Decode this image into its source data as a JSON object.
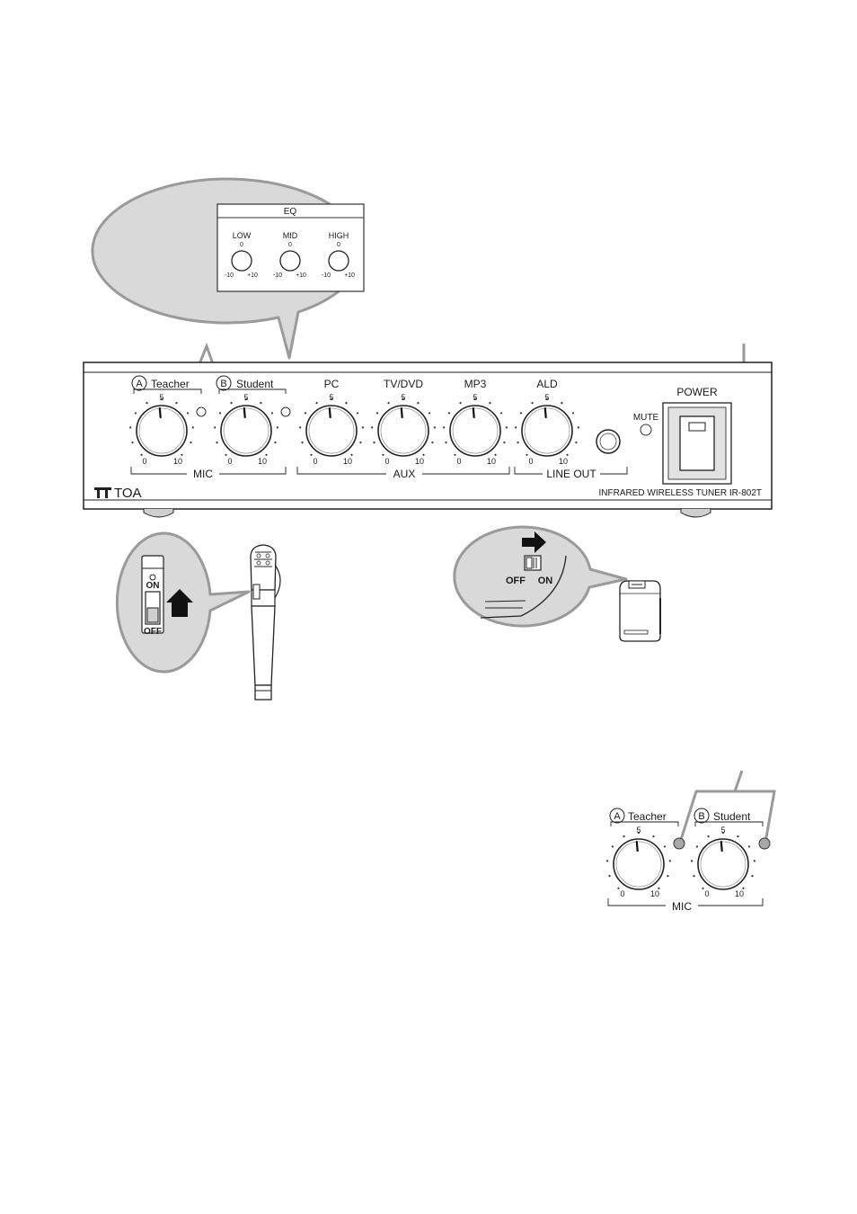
{
  "eq": {
    "title": "EQ",
    "knobs": [
      {
        "label": "LOW",
        "center": "0",
        "min": "-10",
        "max": "+10"
      },
      {
        "label": "MID",
        "center": "0",
        "min": "-10",
        "max": "+10"
      },
      {
        "label": "HIGH",
        "center": "0",
        "min": "-10",
        "max": "+10"
      }
    ]
  },
  "panel": {
    "knobs": [
      {
        "label": "Teacher",
        "badge": "A",
        "top": "5",
        "min": "0",
        "max": "10"
      },
      {
        "label": "Student",
        "badge": "B",
        "top": "5",
        "min": "0",
        "max": "10"
      },
      {
        "label": "PC",
        "top": "5",
        "min": "0",
        "max": "10"
      },
      {
        "label": "TV/DVD",
        "top": "5",
        "min": "0",
        "max": "10"
      },
      {
        "label": "MP3",
        "top": "5",
        "min": "0",
        "max": "10"
      },
      {
        "label": "ALD",
        "top": "5",
        "min": "0",
        "max": "10"
      }
    ],
    "groups": {
      "mic": "MIC",
      "aux": "AUX",
      "line_out": "LINE OUT"
    },
    "mute_label": "MUTE",
    "power_label": "POWER",
    "brand": "TOA",
    "model": "INFRARED WIRELESS TUNER  IR-802T"
  },
  "mic_switch": {
    "on": "ON",
    "off": "OFF"
  },
  "belt_switch": {
    "off": "OFF",
    "on": "ON"
  },
  "detail": {
    "knobs": [
      {
        "label": "Teacher",
        "badge": "A",
        "top": "5",
        "min": "0",
        "max": "10"
      },
      {
        "label": "Student",
        "badge": "B",
        "top": "5",
        "min": "0",
        "max": "10"
      }
    ],
    "group": "MIC"
  }
}
